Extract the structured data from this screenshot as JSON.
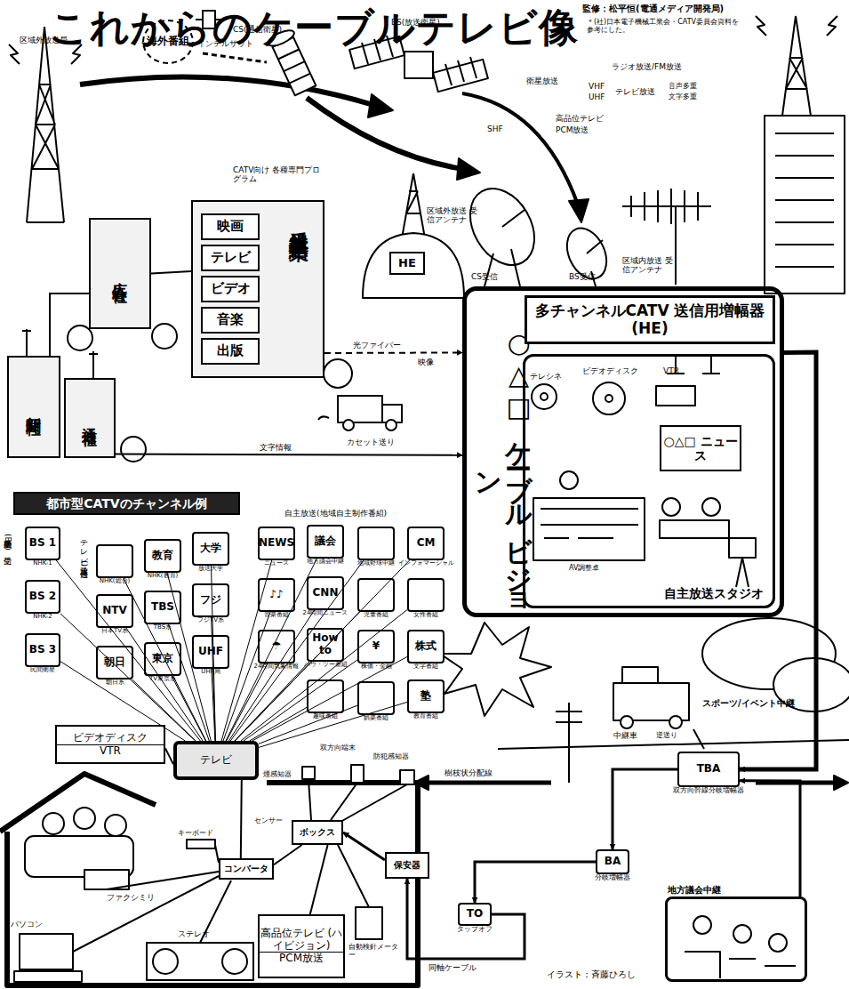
{
  "diagram": {
    "title": "これからのケーブルテレビ像",
    "nodes": [
      {
        "text": [
          "海外番組"
        ]
      },
      {
        "text": [
          "広告会社"
        ]
      },
      {
        "text": [
          "番組供給業"
        ]
      },
      {
        "text": [
          "映画"
        ],
        "in": 2
      },
      {
        "text": [
          "テレビ"
        ],
        "in": 2
      },
      {
        "text": [
          "ビデオ"
        ],
        "in": 2
      },
      {
        "text": [
          "音楽"
        ],
        "in": 2
      },
      {
        "text": [
          "出版"
        ],
        "in": 2
      },
      {
        "text": [
          "新聞社"
        ]
      },
      {
        "text": [
          "通信社"
        ]
      },
      {
        "text": [
          "HE"
        ]
      },
      {
        "text": [
          "○△□ケーブルビジョン"
        ]
      },
      {
        "text": [
          "多チャンネルCATV 送信用増幅器(HE)"
        ],
        "in": 11
      },
      {
        "text": [
          "自主放送スタジオ"
        ],
        "in": 11
      },
      {
        "text": [
          "○△□ ニュース"
        ],
        "in": 13
      },
      {
        "text": [
          "都市型CATVのチャンネル例"
        ]
      },
      {
        "text": [
          "BS 1",
          "NHK-1"
        ]
      },
      {
        "text": [
          "BS 2",
          "NHK-2"
        ]
      },
      {
        "text": [
          "BS 3",
          "民間衛星"
        ]
      },
      {
        "text": [
          "NHK(総合)"
        ]
      },
      {
        "text": [
          "教育",
          "NHK(教育)"
        ]
      },
      {
        "text": [
          "大学",
          "放送大学"
        ]
      },
      {
        "text": [
          "NTV",
          "日本TV系"
        ]
      },
      {
        "text": [
          "TBS",
          "TBS系"
        ]
      },
      {
        "text": [
          "フジ",
          "フジTV系"
        ]
      },
      {
        "text": [
          "朝日",
          "朝日系"
        ]
      },
      {
        "text": [
          "東京",
          "TV東京系"
        ]
      },
      {
        "text": [
          "UHF",
          "UHF局"
        ]
      },
      {
        "text": [
          "NEWS",
          "ニュース"
        ]
      },
      {
        "text": [
          "議会",
          "地方議会中継"
        ]
      },
      {
        "text": [
          "地域野球中継"
        ]
      },
      {
        "text": [
          "CM",
          "インフォマーシャル"
        ]
      },
      {
        "text": [
          "♪♪",
          "音楽番組"
        ]
      },
      {
        "text": [
          "CNN",
          "24時間ニュース"
        ]
      },
      {
        "text": [
          "児童番組"
        ]
      },
      {
        "text": [
          "女性番組"
        ]
      },
      {
        "text": [
          "☂",
          "24時間気象情報"
        ]
      },
      {
        "text": [
          "How to",
          "ハウ・ツー番組"
        ]
      },
      {
        "text": [
          "¥",
          "株価・金融"
        ]
      },
      {
        "text": [
          "株式",
          "文字番組"
        ]
      },
      {
        "text": [
          "趣味番組"
        ]
      },
      {
        "text": [
          "娯楽番組"
        ]
      },
      {
        "text": [
          "塾",
          "教育番組"
        ]
      },
      {
        "text": [
          "ビデオディスク",
          "VTR"
        ]
      },
      {
        "text": [
          "テレビ"
        ]
      },
      {
        "text": [
          "ボックス"
        ]
      },
      {
        "text": [
          "コンバータ"
        ]
      },
      {
        "text": [
          "高品位テレビ (ハイビジョン)",
          "PCM放送"
        ]
      },
      {
        "text": [
          "保安器"
        ]
      },
      {
        "text": [
          "TO",
          "タップオフ"
        ]
      },
      {
        "text": [
          "BA",
          "分岐増幅器"
        ]
      },
      {
        "text": [
          "TBA",
          "双方向幹線分岐増幅器"
        ]
      },
      {
        "text": [
          "地方議会中継"
        ]
      }
    ],
    "edges": [
      {
        "from": 1,
        "to": 2,
        "arrow": "none"
      },
      {
        "from": 8,
        "to": 1,
        "arrow": "none"
      },
      {
        "from": 2,
        "to": 11,
        "label": "光ファイバー",
        "arrow": "to"
      },
      {
        "from": 9,
        "to": 11,
        "label": "文字情報",
        "arrow": "to"
      },
      {
        "from": 11,
        "to": 51,
        "arrow": "to"
      },
      {
        "from": 51,
        "to": 50,
        "arrow": "to"
      },
      {
        "from": 50,
        "to": 49,
        "arrow": "to"
      },
      {
        "from": 49,
        "to": 48,
        "label": "同軸ケーブル",
        "arrow": "to"
      },
      {
        "from": 48,
        "to": 45,
        "arrow": "to"
      },
      {
        "from": 45,
        "to": 46,
        "arrow": "none"
      },
      {
        "from": 46,
        "to": 44,
        "arrow": "none"
      },
      {
        "from": 45,
        "to": 47,
        "arrow": "none"
      },
      {
        "from": 43,
        "to": 44,
        "arrow": "none"
      },
      {
        "from": 52,
        "to": 51,
        "arrow": "to"
      },
      {
        "from": 16,
        "to": 44,
        "arrow": "none"
      },
      {
        "from": 17,
        "to": 44,
        "arrow": "none"
      },
      {
        "from": 18,
        "to": 44,
        "arrow": "none"
      },
      {
        "from": 19,
        "to": 44,
        "arrow": "none"
      },
      {
        "from": 20,
        "to": 44,
        "arrow": "none"
      },
      {
        "from": 21,
        "to": 44,
        "arrow": "none"
      },
      {
        "from": 22,
        "to": 44,
        "arrow": "none"
      },
      {
        "from": 23,
        "to": 44,
        "arrow": "none"
      },
      {
        "from": 24,
        "to": 44,
        "arrow": "none"
      },
      {
        "from": 25,
        "to": 44,
        "arrow": "none"
      },
      {
        "from": 26,
        "to": 44,
        "arrow": "none"
      },
      {
        "from": 27,
        "to": 44,
        "arrow": "none"
      },
      {
        "from": 28,
        "to": 44,
        "arrow": "none"
      },
      {
        "from": 29,
        "to": 44,
        "arrow": "none"
      },
      {
        "from": 30,
        "to": 44,
        "arrow": "none"
      },
      {
        "from": 31,
        "to": 44,
        "arrow": "none"
      },
      {
        "from": 32,
        "to": 44,
        "arrow": "none"
      },
      {
        "from": 33,
        "to": 44,
        "arrow": "none"
      },
      {
        "from": 34,
        "to": 44,
        "arrow": "none"
      },
      {
        "from": 35,
        "to": 44,
        "arrow": "none"
      },
      {
        "from": 36,
        "to": 44,
        "arrow": "none"
      },
      {
        "from": 37,
        "to": 44,
        "arrow": "none"
      },
      {
        "from": 38,
        "to": 44,
        "arrow": "none"
      },
      {
        "from": 39,
        "to": 44,
        "arrow": "none"
      },
      {
        "from": 40,
        "to": 44,
        "arrow": "none"
      },
      {
        "from": 41,
        "to": 44,
        "arrow": "none"
      },
      {
        "from": 42,
        "to": 44,
        "arrow": "none"
      }
    ],
    "labels": [
      "監修：松平恒(電通メディア開発局)",
      "＊(社)日本電子機械工業会・CATV委員会資料を参考にした。",
      "区域外放送局",
      "インテルサット",
      "CS(通信衛星)",
      "BS(放送衛星)",
      "ラジオ放送/FM放送",
      "VHF",
      "UHF",
      "テレビ放送",
      "音声多重",
      "文字多重",
      "衛星放送",
      "SHF",
      "高品位テレビ",
      "PCM放送",
      "CATV向け 各種専門プログラム",
      "区域外放送 受信アンテナ",
      "CS受信",
      "BS受信",
      "区域内放送 受信アンテナ",
      "映像",
      "カセット送り",
      "テレシネ",
      "ビデオディスク",
      "VTR",
      "AV調整卓",
      "衛星放送(BS)受信",
      "テレビ放送(再送信)",
      "自主放送(地域自主制作番組)",
      "スポーツ/イベント中継",
      "中継車",
      "逆送り",
      "樹枝状分配線",
      "双方向端末",
      "煙感知器",
      "防犯感知器",
      "センサー",
      "キーボード",
      "ファクシミリ",
      "パソコン",
      "ステレオ",
      "自動検針メーター",
      "イラスト：斉藤ひろし"
    ]
  }
}
